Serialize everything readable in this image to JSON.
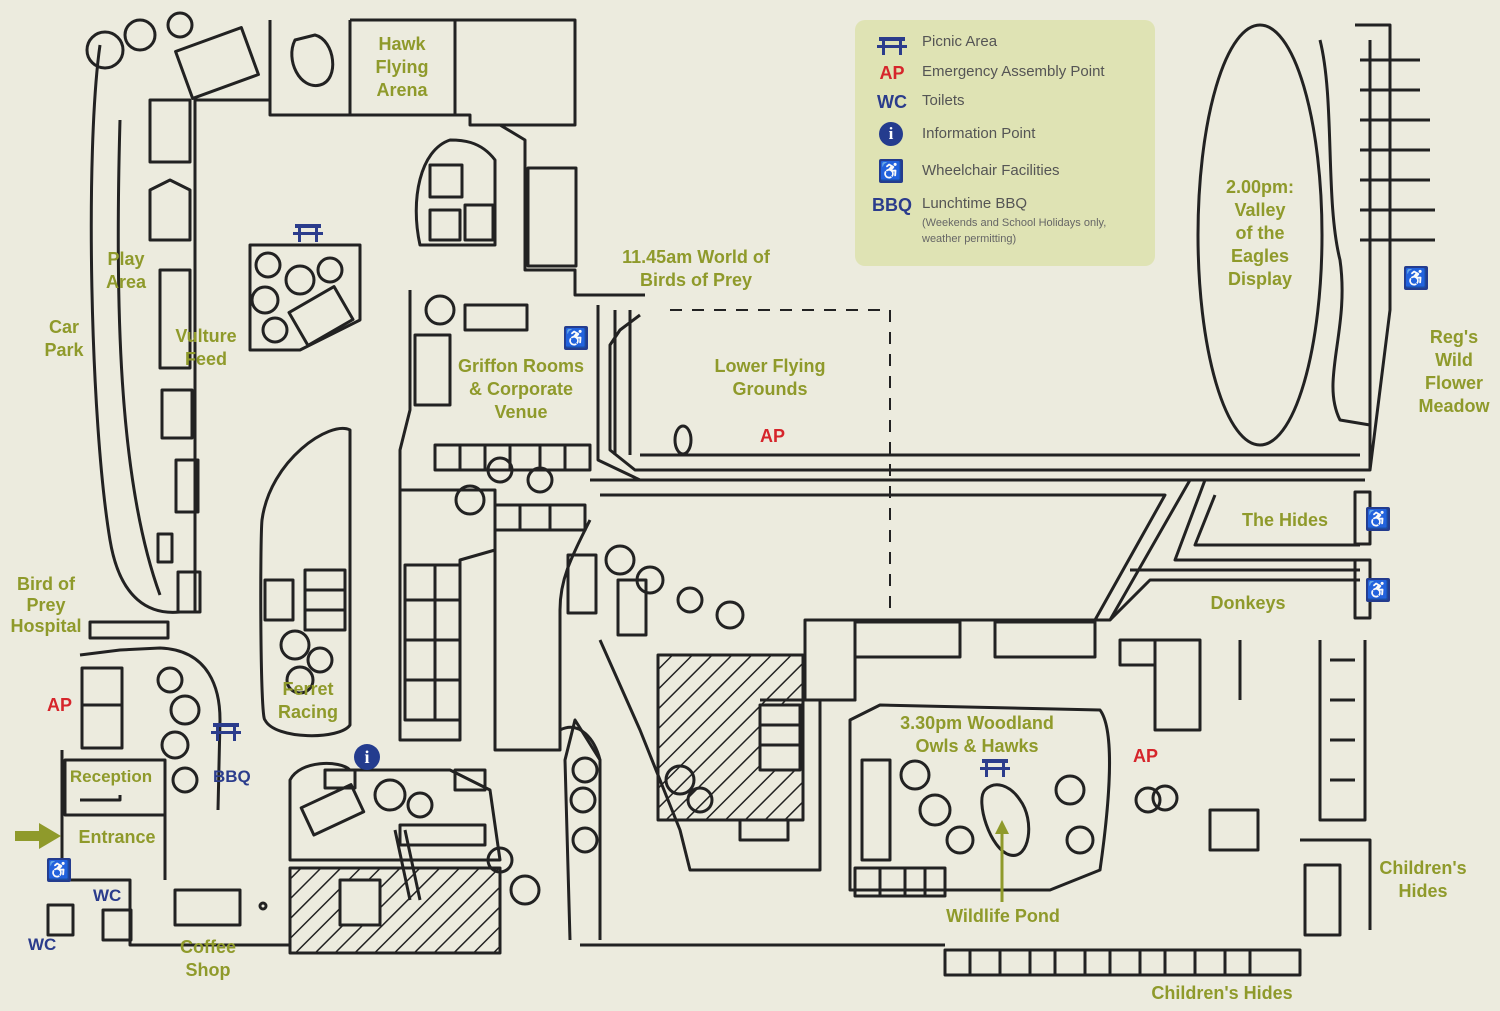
{
  "legend": {
    "picnic": "Picnic Area",
    "ap_symbol": "AP",
    "ap": "Emergency Assembly Point",
    "wc_symbol": "WC",
    "wc": "Toilets",
    "info_symbol": "i",
    "info": "Information Point",
    "wheelchair": "Wheelchair Facilities",
    "bbq_symbol": "BBQ",
    "bbq": "Lunchtime BBQ",
    "bbq_note": "(Weekends and School Holidays only, weather permitting)"
  },
  "areas": {
    "hawk_flying_arena": [
      "Hawk",
      "Flying",
      "Arena"
    ],
    "play_area": [
      "Play",
      "Area"
    ],
    "car_park": [
      "Car",
      "Park"
    ],
    "vulture_feed": [
      "Vulture",
      "Feed"
    ],
    "bird_of_prey_hospital": [
      "Bird of",
      "Prey",
      "Hospital"
    ],
    "reception": "Reception",
    "entrance": "Entrance",
    "coffee_shop": [
      "Coffee",
      "Shop"
    ],
    "ferret_racing": [
      "Ferret",
      "Racing"
    ],
    "griffon_rooms": [
      "Griffon Rooms",
      "& Corporate",
      "Venue"
    ],
    "world_of_birds": [
      "11.45am World of",
      "Birds of Prey"
    ],
    "lower_flying_grounds": [
      "Lower Flying",
      "Grounds"
    ],
    "valley_eagles": [
      "2.00pm:",
      "Valley",
      "of the",
      "Eagles",
      "Display"
    ],
    "regs_meadow": [
      "Reg's",
      "Wild",
      "Flower",
      "Meadow"
    ],
    "the_hides": "The Hides",
    "donkeys": "Donkeys",
    "woodland_owls": [
      "3.30pm Woodland",
      "Owls & Hawks"
    ],
    "wildlife_pond": "Wildlife Pond",
    "childrens_hides_right": [
      "Children's",
      "Hides"
    ],
    "childrens_hides_bottom": "Children's Hides"
  },
  "markers": {
    "ap": "AP",
    "wc": "WC",
    "bbq": "BBQ",
    "info": "i",
    "wheelchair": "♿"
  },
  "colors": {
    "background": "#ecebde",
    "label_green": "#8f9a2b",
    "assembly_red": "#d6252b",
    "facility_blue": "#2b3c8c",
    "legend_bg": "#dfe3b4",
    "ink": "#222222"
  }
}
